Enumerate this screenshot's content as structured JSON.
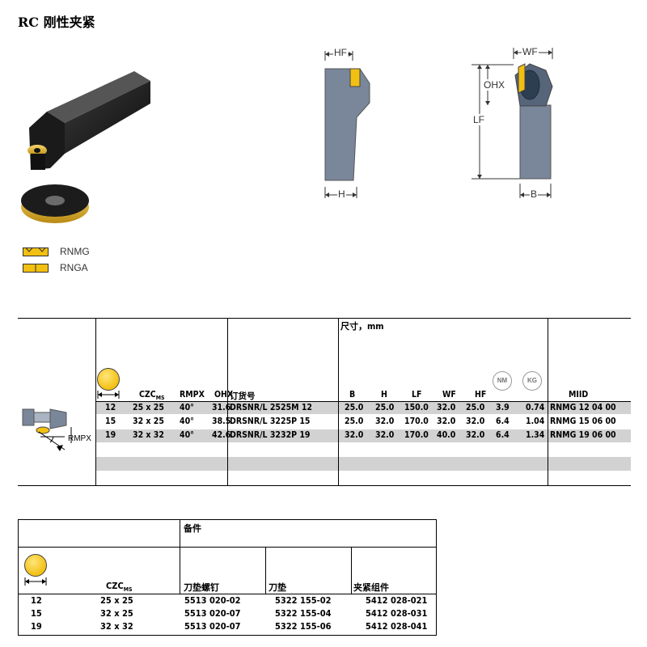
{
  "page": {
    "title": "RC 刚性夹紧"
  },
  "legend": [
    {
      "label": "RNMG",
      "icon": "insert-profile-rnmg-icon"
    },
    {
      "label": "RNGA",
      "icon": "insert-profile-rnga-icon"
    }
  ],
  "drawing": {
    "hf": "HF",
    "h": "H",
    "wf": "WF",
    "ohx": "OHX",
    "lf": "LF",
    "b": "B"
  },
  "main_table": {
    "dims_header": "尺寸，mm",
    "rmpx_label": "RMPX",
    "headers": {
      "czc": "CZC",
      "czc_sub": "MS",
      "rmpx": "RMPX",
      "ohx": "OHX",
      "order": "订货号",
      "b": "B",
      "h": "H",
      "lf": "LF",
      "wf": "WF",
      "hf": "HF",
      "nm": "NM",
      "kg": "KG",
      "miid": "MIID"
    },
    "rows": [
      {
        "d": "12",
        "czc": "25 x 25",
        "rmpx": "40°",
        "ohx": "31.6",
        "order": "DRSNR/L 2525M 12",
        "b": "25.0",
        "h": "25.0",
        "lf": "150.0",
        "wf": "32.0",
        "hf": "25.0",
        "nm": "3.9",
        "kg": "0.74",
        "miid": "RNMG 12 04 00"
      },
      {
        "d": "15",
        "czc": "32 x 25",
        "rmpx": "40°",
        "ohx": "38.5",
        "order": "DRSNR/L 3225P 15",
        "b": "25.0",
        "h": "32.0",
        "lf": "170.0",
        "wf": "32.0",
        "hf": "32.0",
        "nm": "6.4",
        "kg": "1.04",
        "miid": "RNMG 15 06 00"
      },
      {
        "d": "19",
        "czc": "32 x 32",
        "rmpx": "40°",
        "ohx": "42.6",
        "order": "DRSNR/L 3232P 19",
        "b": "32.0",
        "h": "32.0",
        "lf": "170.0",
        "wf": "40.0",
        "hf": "32.0",
        "nm": "6.4",
        "kg": "1.34",
        "miid": "RNMG 19 06 00"
      }
    ]
  },
  "parts_table": {
    "header": "备件",
    "headers": {
      "czc": "CZC",
      "czc_sub": "MS",
      "screw": "刀垫螺钉",
      "shim": "刀垫",
      "clamp": "夹紧组件"
    },
    "rows": [
      {
        "d": "12",
        "czc": "25 x 25",
        "screw": "5513 020-02",
        "shim": "5322 155-02",
        "clamp": "5412 028-021"
      },
      {
        "d": "15",
        "czc": "32 x 25",
        "screw": "5513 020-07",
        "shim": "5322 155-04",
        "clamp": "5412 028-031"
      },
      {
        "d": "19",
        "czc": "32 x 32",
        "screw": "5513 020-07",
        "shim": "5322 155-06",
        "clamp": "5412 028-041"
      }
    ]
  }
}
